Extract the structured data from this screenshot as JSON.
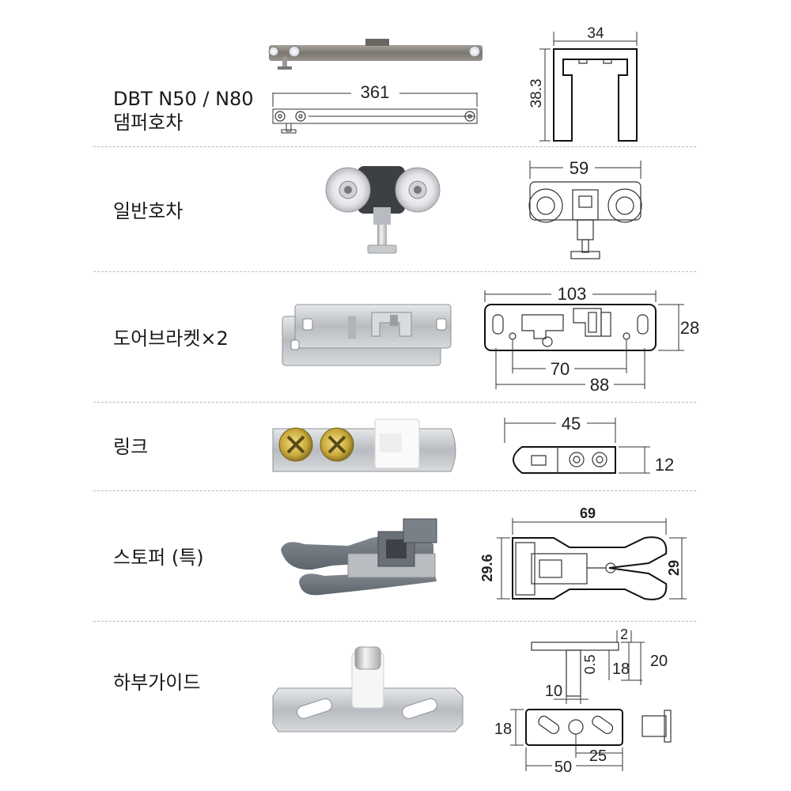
{
  "rows": [
    {
      "label_line1": "DBT N50 / N80",
      "label_line2": "댐퍼호차",
      "dims": {
        "width": "34",
        "height": "38.3",
        "length": "361"
      }
    },
    {
      "label": "일반호차",
      "dims": {
        "width": "59"
      }
    },
    {
      "label": "도어브라켓×2",
      "dims": {
        "overall": "103",
        "height": "28",
        "inner": "70",
        "pitch": "88"
      }
    },
    {
      "label": "링크",
      "dims": {
        "length": "45",
        "height": "12"
      }
    },
    {
      "label": "스토퍼 (특)",
      "dims": {
        "length": "69",
        "height_left": "29.6",
        "height_right": "29"
      }
    },
    {
      "label": "하부가이드",
      "dims": {
        "t": "2",
        "offset": "0.5",
        "h18": "18",
        "h20": "20",
        "gap": "10",
        "plate_h": "18",
        "pitch": "25",
        "plate_w": "50"
      }
    }
  ],
  "colors": {
    "divider": "#bdbdbd",
    "metal": "#c9ccd0",
    "rail": "#8c8780",
    "roller": "#e9e9ec",
    "plastic": "#727880"
  }
}
